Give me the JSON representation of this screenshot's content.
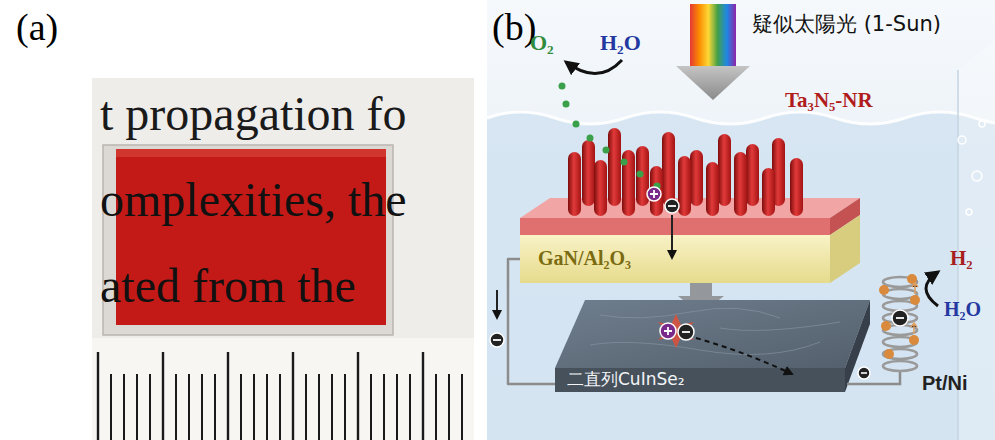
{
  "diagram": {
    "nodes": [
      {
        "text": [
          "Ta₃N₅-NR"
        ]
      },
      {
        "text": [
          "GaN/Al₂O₃"
        ]
      },
      {
        "text": [
          "二直列CuInSe₂"
        ]
      },
      {
        "text": [
          "Pt/Ni"
        ]
      }
    ],
    "edges": [
      {
        "from": 1,
        "to": 2,
        "arrow": "none"
      },
      {
        "from": 2,
        "to": 3,
        "arrow": "none"
      }
    ],
    "labels": [
      "(a)",
      "t propagation fo",
      "omplexities, the",
      "ated from the",
      "(b)",
      "疑似太陽光 (1-Sun)",
      "O₂",
      "H₂O",
      "H₂",
      "H₂O"
    ]
  }
}
